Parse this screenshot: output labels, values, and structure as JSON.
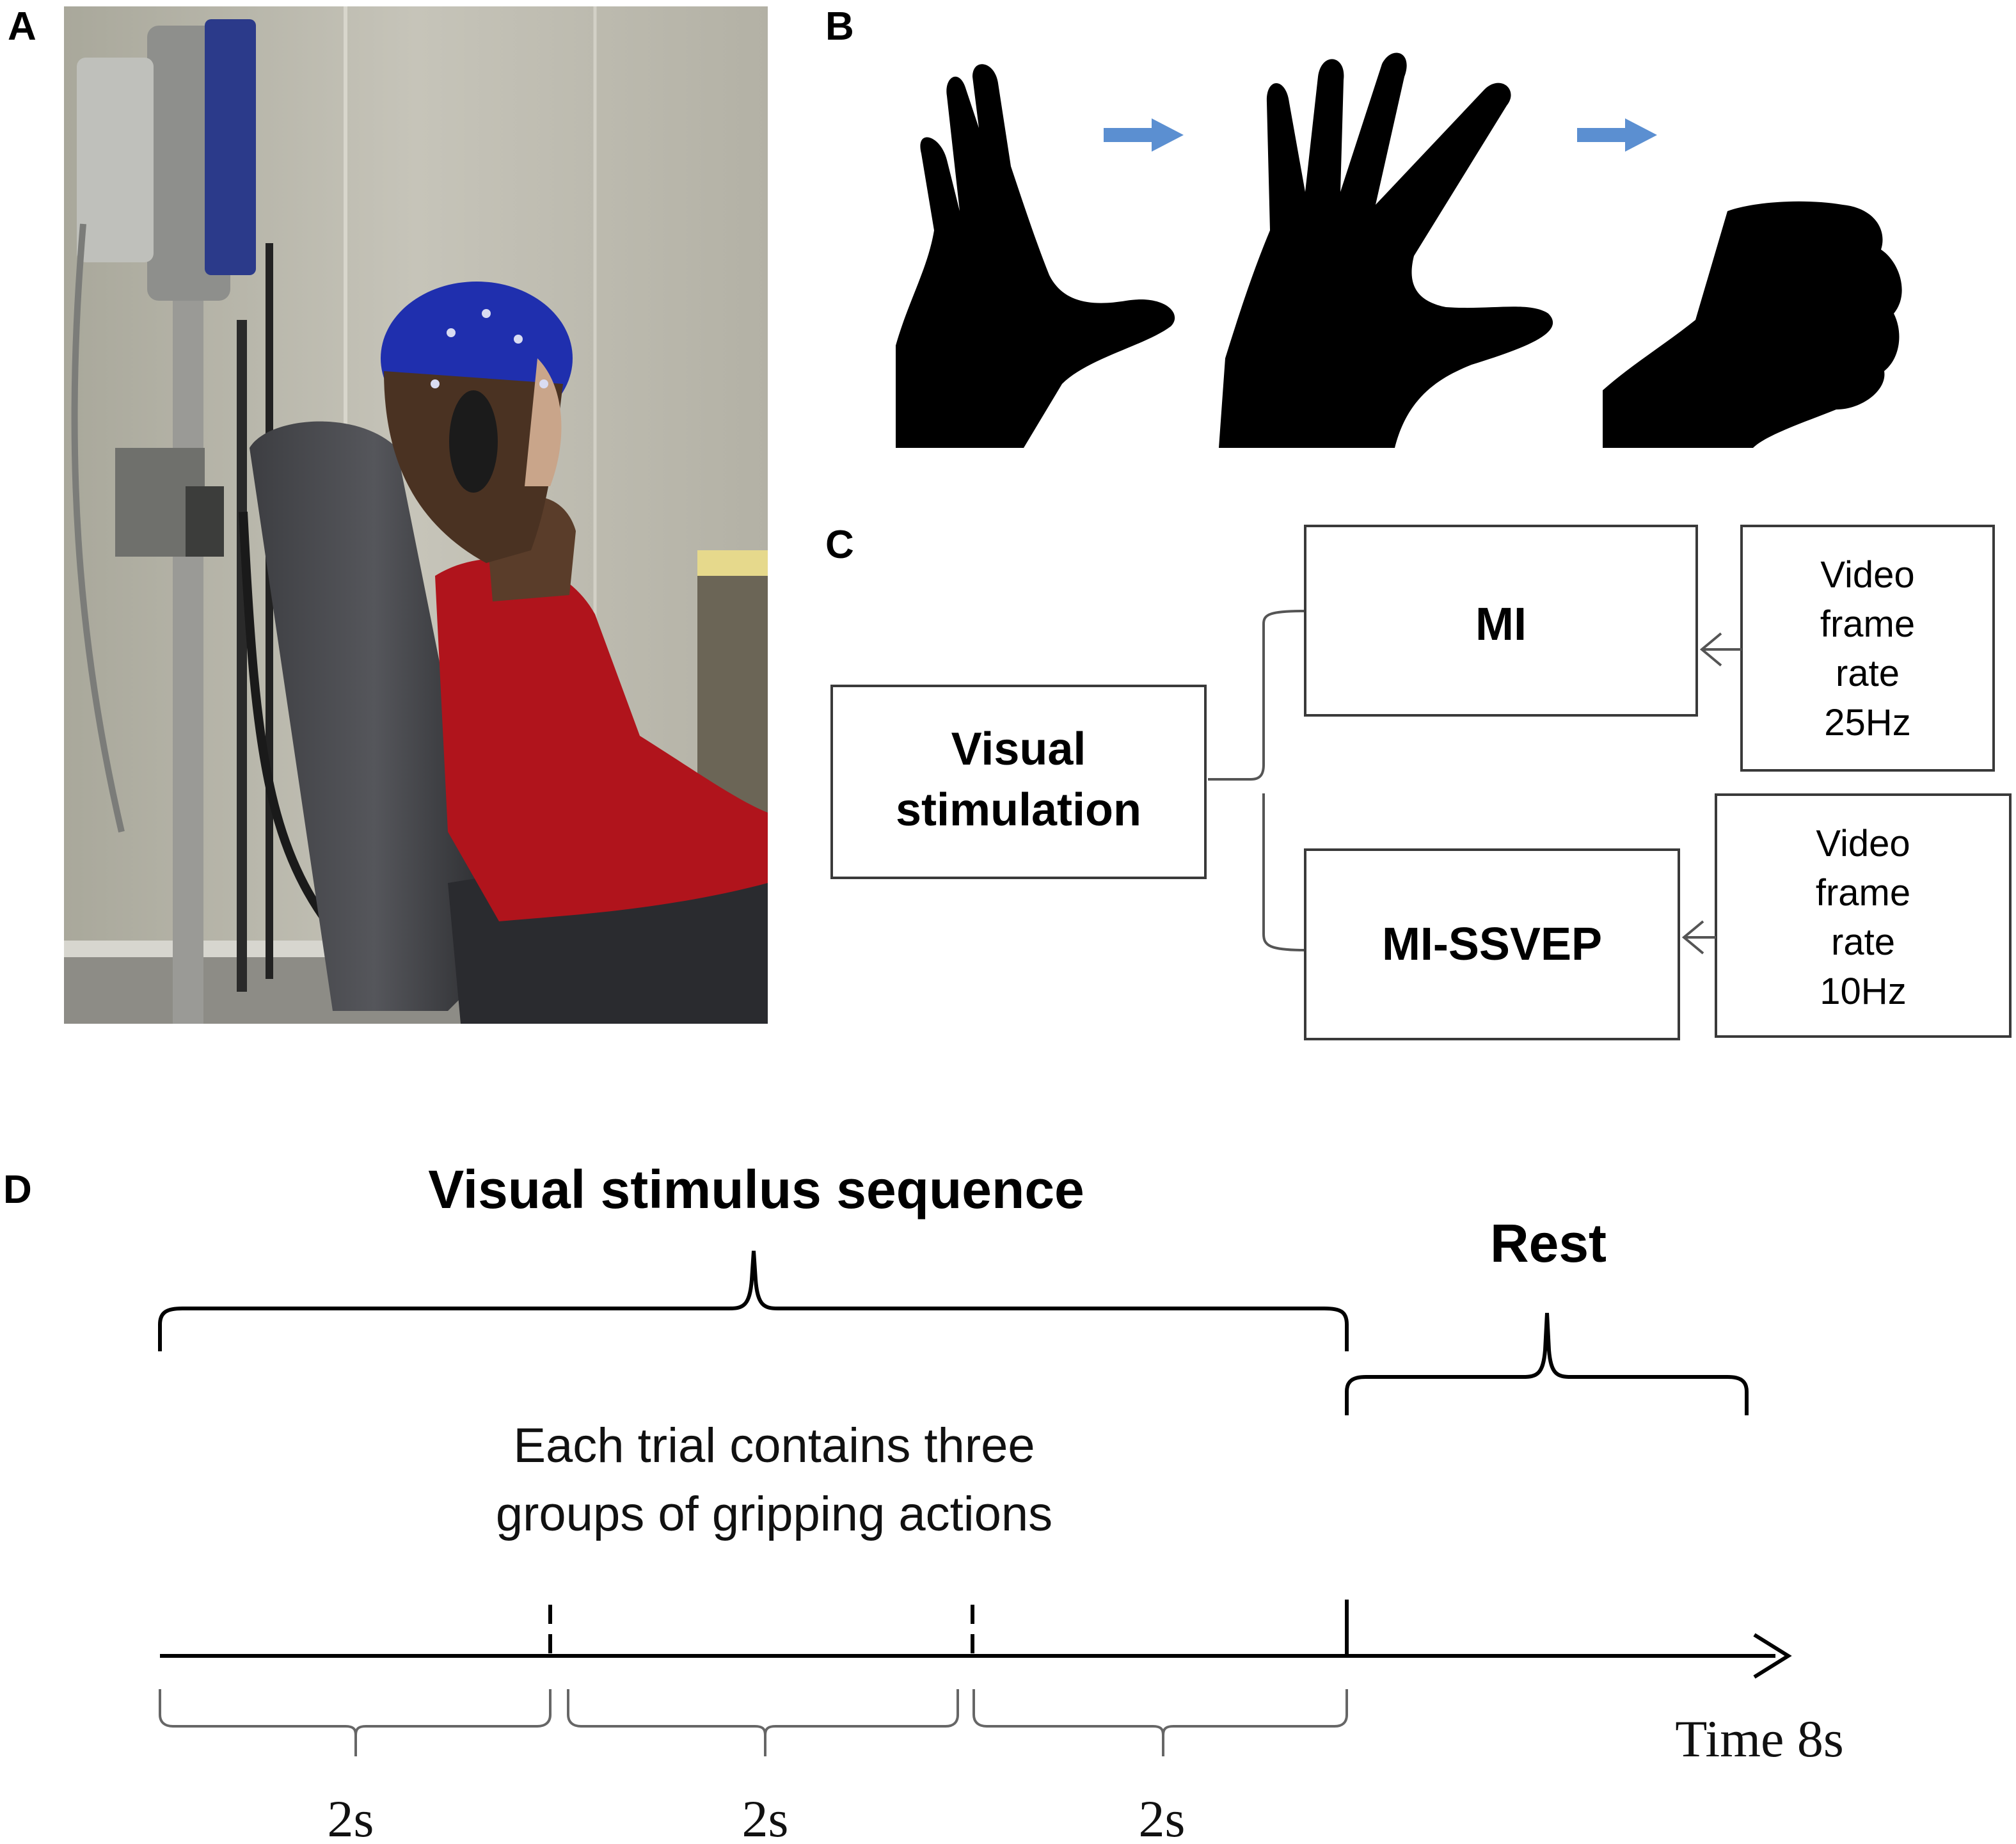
{
  "panels": {
    "a": {
      "label": "A"
    },
    "b": {
      "label": "B"
    },
    "c": {
      "label": "C"
    },
    "d": {
      "label": "D"
    }
  },
  "flow": {
    "root": "Visual stimulation",
    "root_lines": [
      "Visual",
      "stimulation"
    ],
    "mi": "MI",
    "mi_ssvep": "MI-SSVEP",
    "mi_rate_lines": [
      "Video",
      "frame",
      "rate",
      "25Hz"
    ],
    "ssvep_rate_lines": [
      "Video",
      "frame",
      "rate",
      "10Hz"
    ]
  },
  "timeline": {
    "sequence_title": "Visual stimulus sequence",
    "rest_title": "Rest",
    "note_lines": [
      "Each trial contains three",
      "groups of gripping actions"
    ],
    "segments": [
      "2s",
      "2s",
      "2s"
    ],
    "axis_label": "Time 8s"
  },
  "colors": {
    "arrow": "#5b8fd1",
    "cap": "#1f2fae",
    "sweater": "#b0141c",
    "wall": "#b9b7ab"
  }
}
